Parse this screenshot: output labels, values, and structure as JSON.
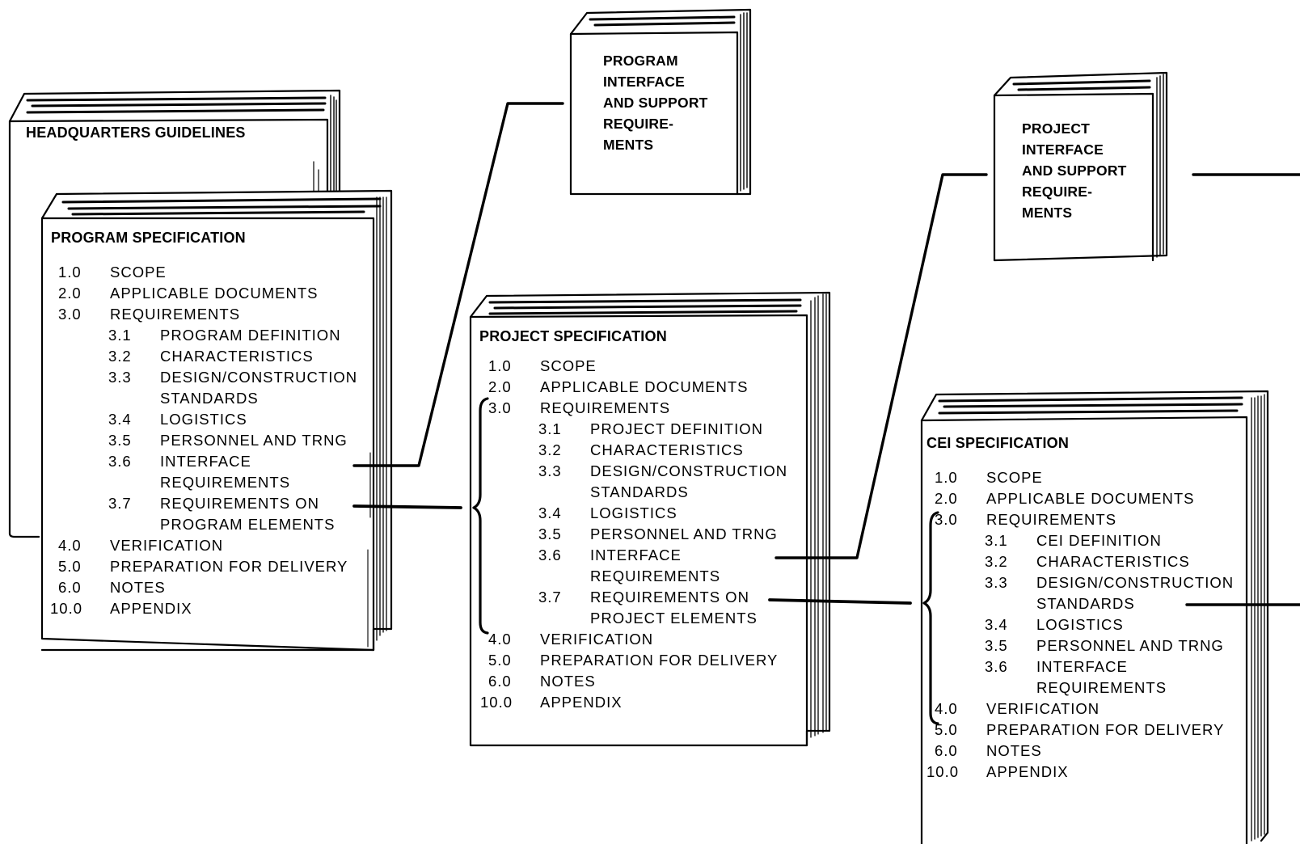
{
  "headquarters": {
    "title": "HEADQUARTERS GUIDELINES"
  },
  "program_interface": {
    "lines": [
      "PROGRAM",
      "INTERFACE",
      "AND SUPPORT",
      "REQUIRE-",
      "MENTS"
    ]
  },
  "project_interface": {
    "lines": [
      "PROJECT",
      "INTERFACE",
      "AND SUPPORT",
      "REQUIRE-",
      "MENTS"
    ]
  },
  "program_spec": {
    "title": "PROGRAM SPECIFICATION",
    "items": [
      {
        "num": "1.0",
        "label": "SCOPE"
      },
      {
        "num": "2.0",
        "label": "APPLICABLE DOCUMENTS"
      },
      {
        "num": "3.0",
        "label": "REQUIREMENTS"
      },
      {
        "num": "3.1",
        "label": "PROGRAM DEFINITION",
        "sub": true
      },
      {
        "num": "3.2",
        "label": "CHARACTERISTICS",
        "sub": true
      },
      {
        "num": "3.3",
        "label": "DESIGN/CONSTRUCTION",
        "cont": "STANDARDS",
        "sub": true
      },
      {
        "num": "3.4",
        "label": "LOGISTICS",
        "sub": true
      },
      {
        "num": "3.5",
        "label": "PERSONNEL AND TRNG",
        "sub": true
      },
      {
        "num": "3.6",
        "label": "INTERFACE",
        "cont": "REQUIREMENTS",
        "sub": true
      },
      {
        "num": "3.7",
        "label": "REQUIREMENTS ON",
        "cont": "PROGRAM ELEMENTS",
        "sub": true
      },
      {
        "num": "4.0",
        "label": "VERIFICATION"
      },
      {
        "num": "5.0",
        "label": "PREPARATION FOR DELIVERY"
      },
      {
        "num": "6.0",
        "label": "NOTES"
      },
      {
        "num": "10.0",
        "label": "APPENDIX"
      }
    ]
  },
  "project_spec": {
    "title": "PROJECT SPECIFICATION",
    "items": [
      {
        "num": "1.0",
        "label": "SCOPE"
      },
      {
        "num": "2.0",
        "label": "APPLICABLE DOCUMENTS"
      },
      {
        "num": "3.0",
        "label": "REQUIREMENTS"
      },
      {
        "num": "3.1",
        "label": "PROJECT DEFINITION",
        "sub": true
      },
      {
        "num": "3.2",
        "label": "CHARACTERISTICS",
        "sub": true
      },
      {
        "num": "3.3",
        "label": "DESIGN/CONSTRUCTION",
        "cont": "STANDARDS",
        "sub": true
      },
      {
        "num": "3.4",
        "label": "LOGISTICS",
        "sub": true
      },
      {
        "num": "3.5",
        "label": "PERSONNEL AND TRNG",
        "sub": true
      },
      {
        "num": "3.6",
        "label": "INTERFACE",
        "cont": "REQUIREMENTS",
        "sub": true
      },
      {
        "num": "3.7",
        "label": "REQUIREMENTS ON",
        "cont": "PROJECT ELEMENTS",
        "sub": true
      },
      {
        "num": "4.0",
        "label": "VERIFICATION"
      },
      {
        "num": "5.0",
        "label": "PREPARATION FOR DELIVERY"
      },
      {
        "num": "6.0",
        "label": "NOTES"
      },
      {
        "num": "10.0",
        "label": "APPENDIX"
      }
    ]
  },
  "cei_spec": {
    "title": "CEI SPECIFICATION",
    "items": [
      {
        "num": "1.0",
        "label": "SCOPE"
      },
      {
        "num": "2.0",
        "label": "APPLICABLE DOCUMENTS"
      },
      {
        "num": "3.0",
        "label": "REQUIREMENTS"
      },
      {
        "num": "3.1",
        "label": "CEI DEFINITION",
        "sub": true
      },
      {
        "num": "3.2",
        "label": "CHARACTERISTICS",
        "sub": true
      },
      {
        "num": "3.3",
        "label": "DESIGN/CONSTRUCTION",
        "cont": "STANDARDS",
        "sub": true
      },
      {
        "num": "3.4",
        "label": "LOGISTICS",
        "sub": true
      },
      {
        "num": "3.5",
        "label": "PERSONNEL AND TRNG",
        "sub": true
      },
      {
        "num": "3.6",
        "label": "INTERFACE",
        "cont": "REQUIREMENTS",
        "sub": true
      },
      {
        "num": "4.0",
        "label": "VERIFICATION"
      },
      {
        "num": "5.0",
        "label": "PREPARATION FOR DELIVERY"
      },
      {
        "num": "6.0",
        "label": "NOTES"
      },
      {
        "num": "10.0",
        "label": "APPENDIX"
      }
    ]
  }
}
